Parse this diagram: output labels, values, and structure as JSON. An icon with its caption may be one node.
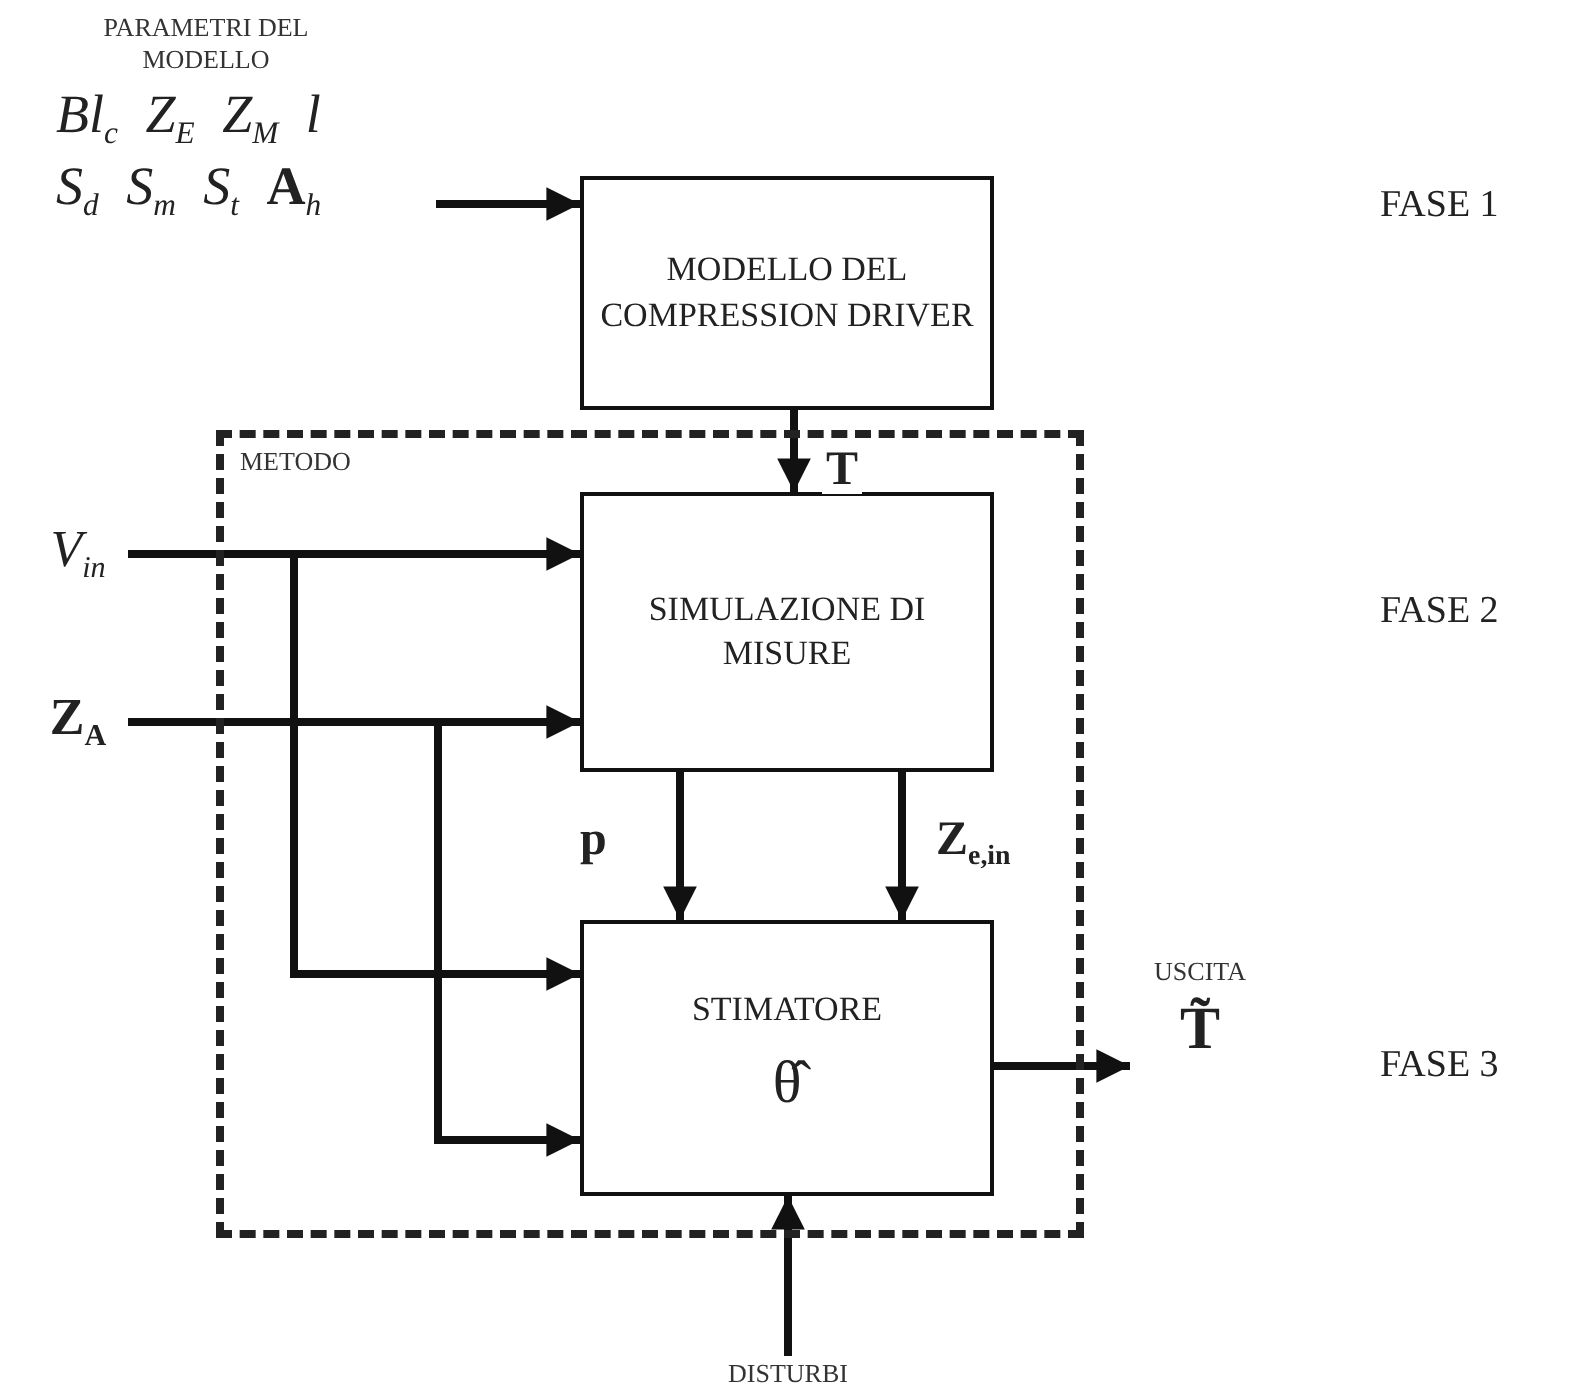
{
  "diagram": {
    "nodes": [
      {
        "text": [
          "PARAMETRI DEL MODELLO",
          "Bl$_{c}$ Z$_{E}$ Z$_{M}$ l S$_{d}$ S$_{m}$ S$_{t}$ **A**$_{h}$"
        ]
      },
      {
        "text": [
          "MODELLO DEL COMPRESSION DRIVER"
        ]
      },
      {
        "text": [
          "METODO"
        ]
      },
      {
        "text": [
          "SIMULAZIONE DI MISURE"
        ],
        "in": 2
      },
      {
        "text": [
          "STIMATORE",
          "θ̂"
        ],
        "in": 2
      },
      {
        "text": [
          "V$_{in}$"
        ]
      },
      {
        "text": [
          "Z$_{A}$"
        ]
      },
      {
        "text": [
          "USCITA",
          "T̃"
        ]
      },
      {
        "text": [
          "DISTURBI"
        ]
      }
    ],
    "edges": [
      {
        "from": 0,
        "to": 1,
        "arrow": "to"
      },
      {
        "from": 1,
        "to": 3,
        "arrow": "to",
        "label": "T"
      },
      {
        "from": 5,
        "to": 3,
        "arrow": "to"
      },
      {
        "from": 6,
        "to": 3,
        "arrow": "to"
      },
      {
        "from": 5,
        "to": 4,
        "arrow": "to"
      },
      {
        "from": 6,
        "to": 4,
        "arrow": "to"
      },
      {
        "from": 3,
        "to": 4,
        "arrow": "to",
        "label": "p"
      },
      {
        "from": 3,
        "to": 4,
        "arrow": "to",
        "label": "Z$_{e,in}$"
      },
      {
        "from": 4,
        "to": 7,
        "arrow": "to"
      },
      {
        "from": 8,
        "to": 4,
        "arrow": "to"
      }
    ],
    "labels": [
      "FASE 1",
      "FASE 2",
      "FASE 3"
    ]
  }
}
